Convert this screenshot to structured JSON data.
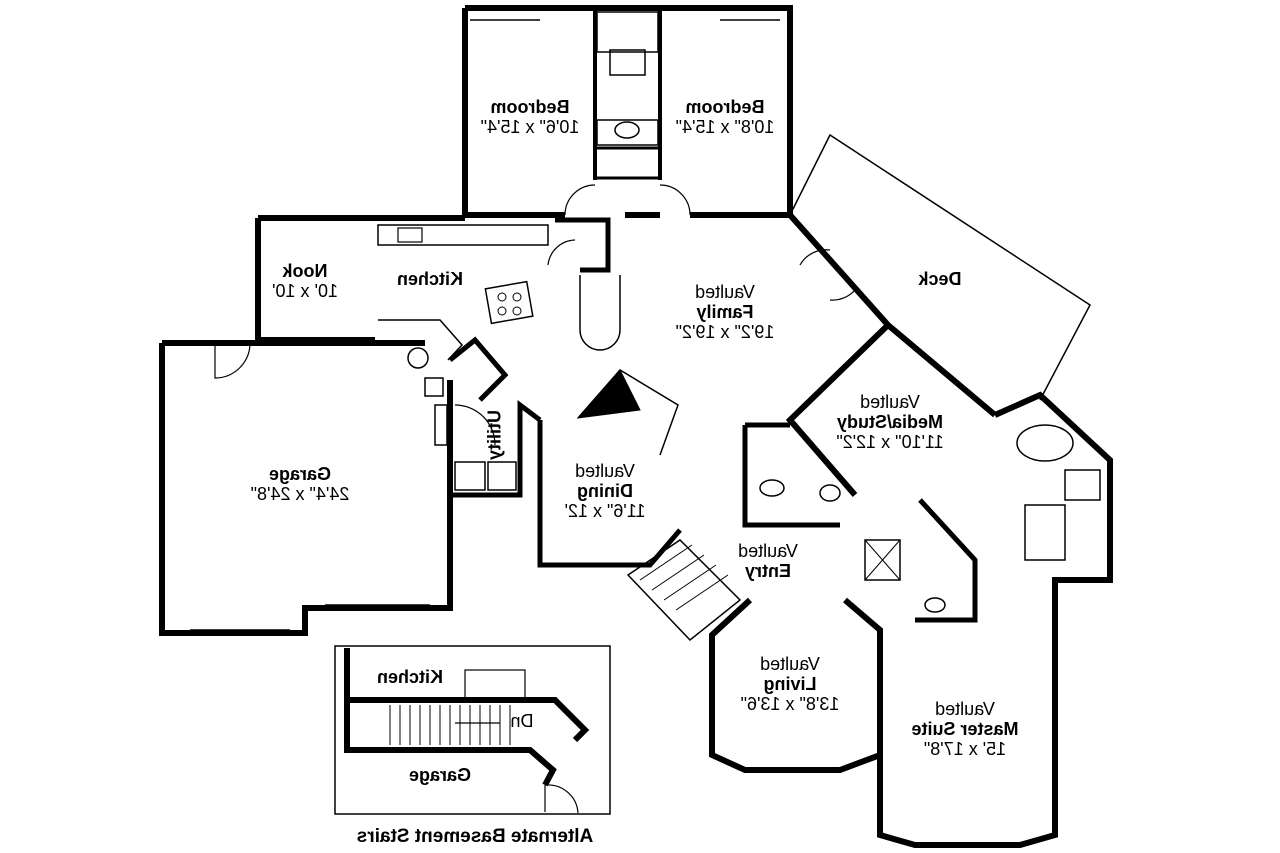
{
  "plan": {
    "orientation": "mirrored-horizontally",
    "rooms": [
      {
        "id": "bedroom-left",
        "prefix": "",
        "name": "Bedroom",
        "dims": "10'6\" x 15'4\""
      },
      {
        "id": "bedroom-right",
        "prefix": "",
        "name": "Bedroom",
        "dims": "10'8\" x 15'4\""
      },
      {
        "id": "nook",
        "prefix": "",
        "name": "Nook",
        "dims": "10' x 10'"
      },
      {
        "id": "kitchen",
        "prefix": "",
        "name": "Kitchen",
        "dims": ""
      },
      {
        "id": "family",
        "prefix": "Vaulted",
        "name": "Family",
        "dims": "19'2\" x 19'2\""
      },
      {
        "id": "deck",
        "prefix": "",
        "name": "Deck",
        "dims": ""
      },
      {
        "id": "media-study",
        "prefix": "Vaulted",
        "name": "Media/Study",
        "dims": "11'10\" x 12'2\""
      },
      {
        "id": "garage",
        "prefix": "",
        "name": "Garage",
        "dims": "24'4\" x 24'8\""
      },
      {
        "id": "utility",
        "prefix": "",
        "name": "Utility",
        "dims": ""
      },
      {
        "id": "dining",
        "prefix": "Vaulted",
        "name": "Dining",
        "dims": "11'6\" x 12'"
      },
      {
        "id": "entry",
        "prefix": "Vaulted",
        "name": "Entry",
        "dims": ""
      },
      {
        "id": "living",
        "prefix": "Vaulted",
        "name": "Living",
        "dims": "13'8\" x 13'6\""
      },
      {
        "id": "master-suite",
        "prefix": "Vaulted",
        "name": "Master Suite",
        "dims": "15' x 17'8\""
      }
    ],
    "inset": {
      "caption": "Alternate Basement Stairs",
      "kitchen": "Kitchen",
      "garage": "Garage",
      "stair_label": "Dn"
    }
  }
}
